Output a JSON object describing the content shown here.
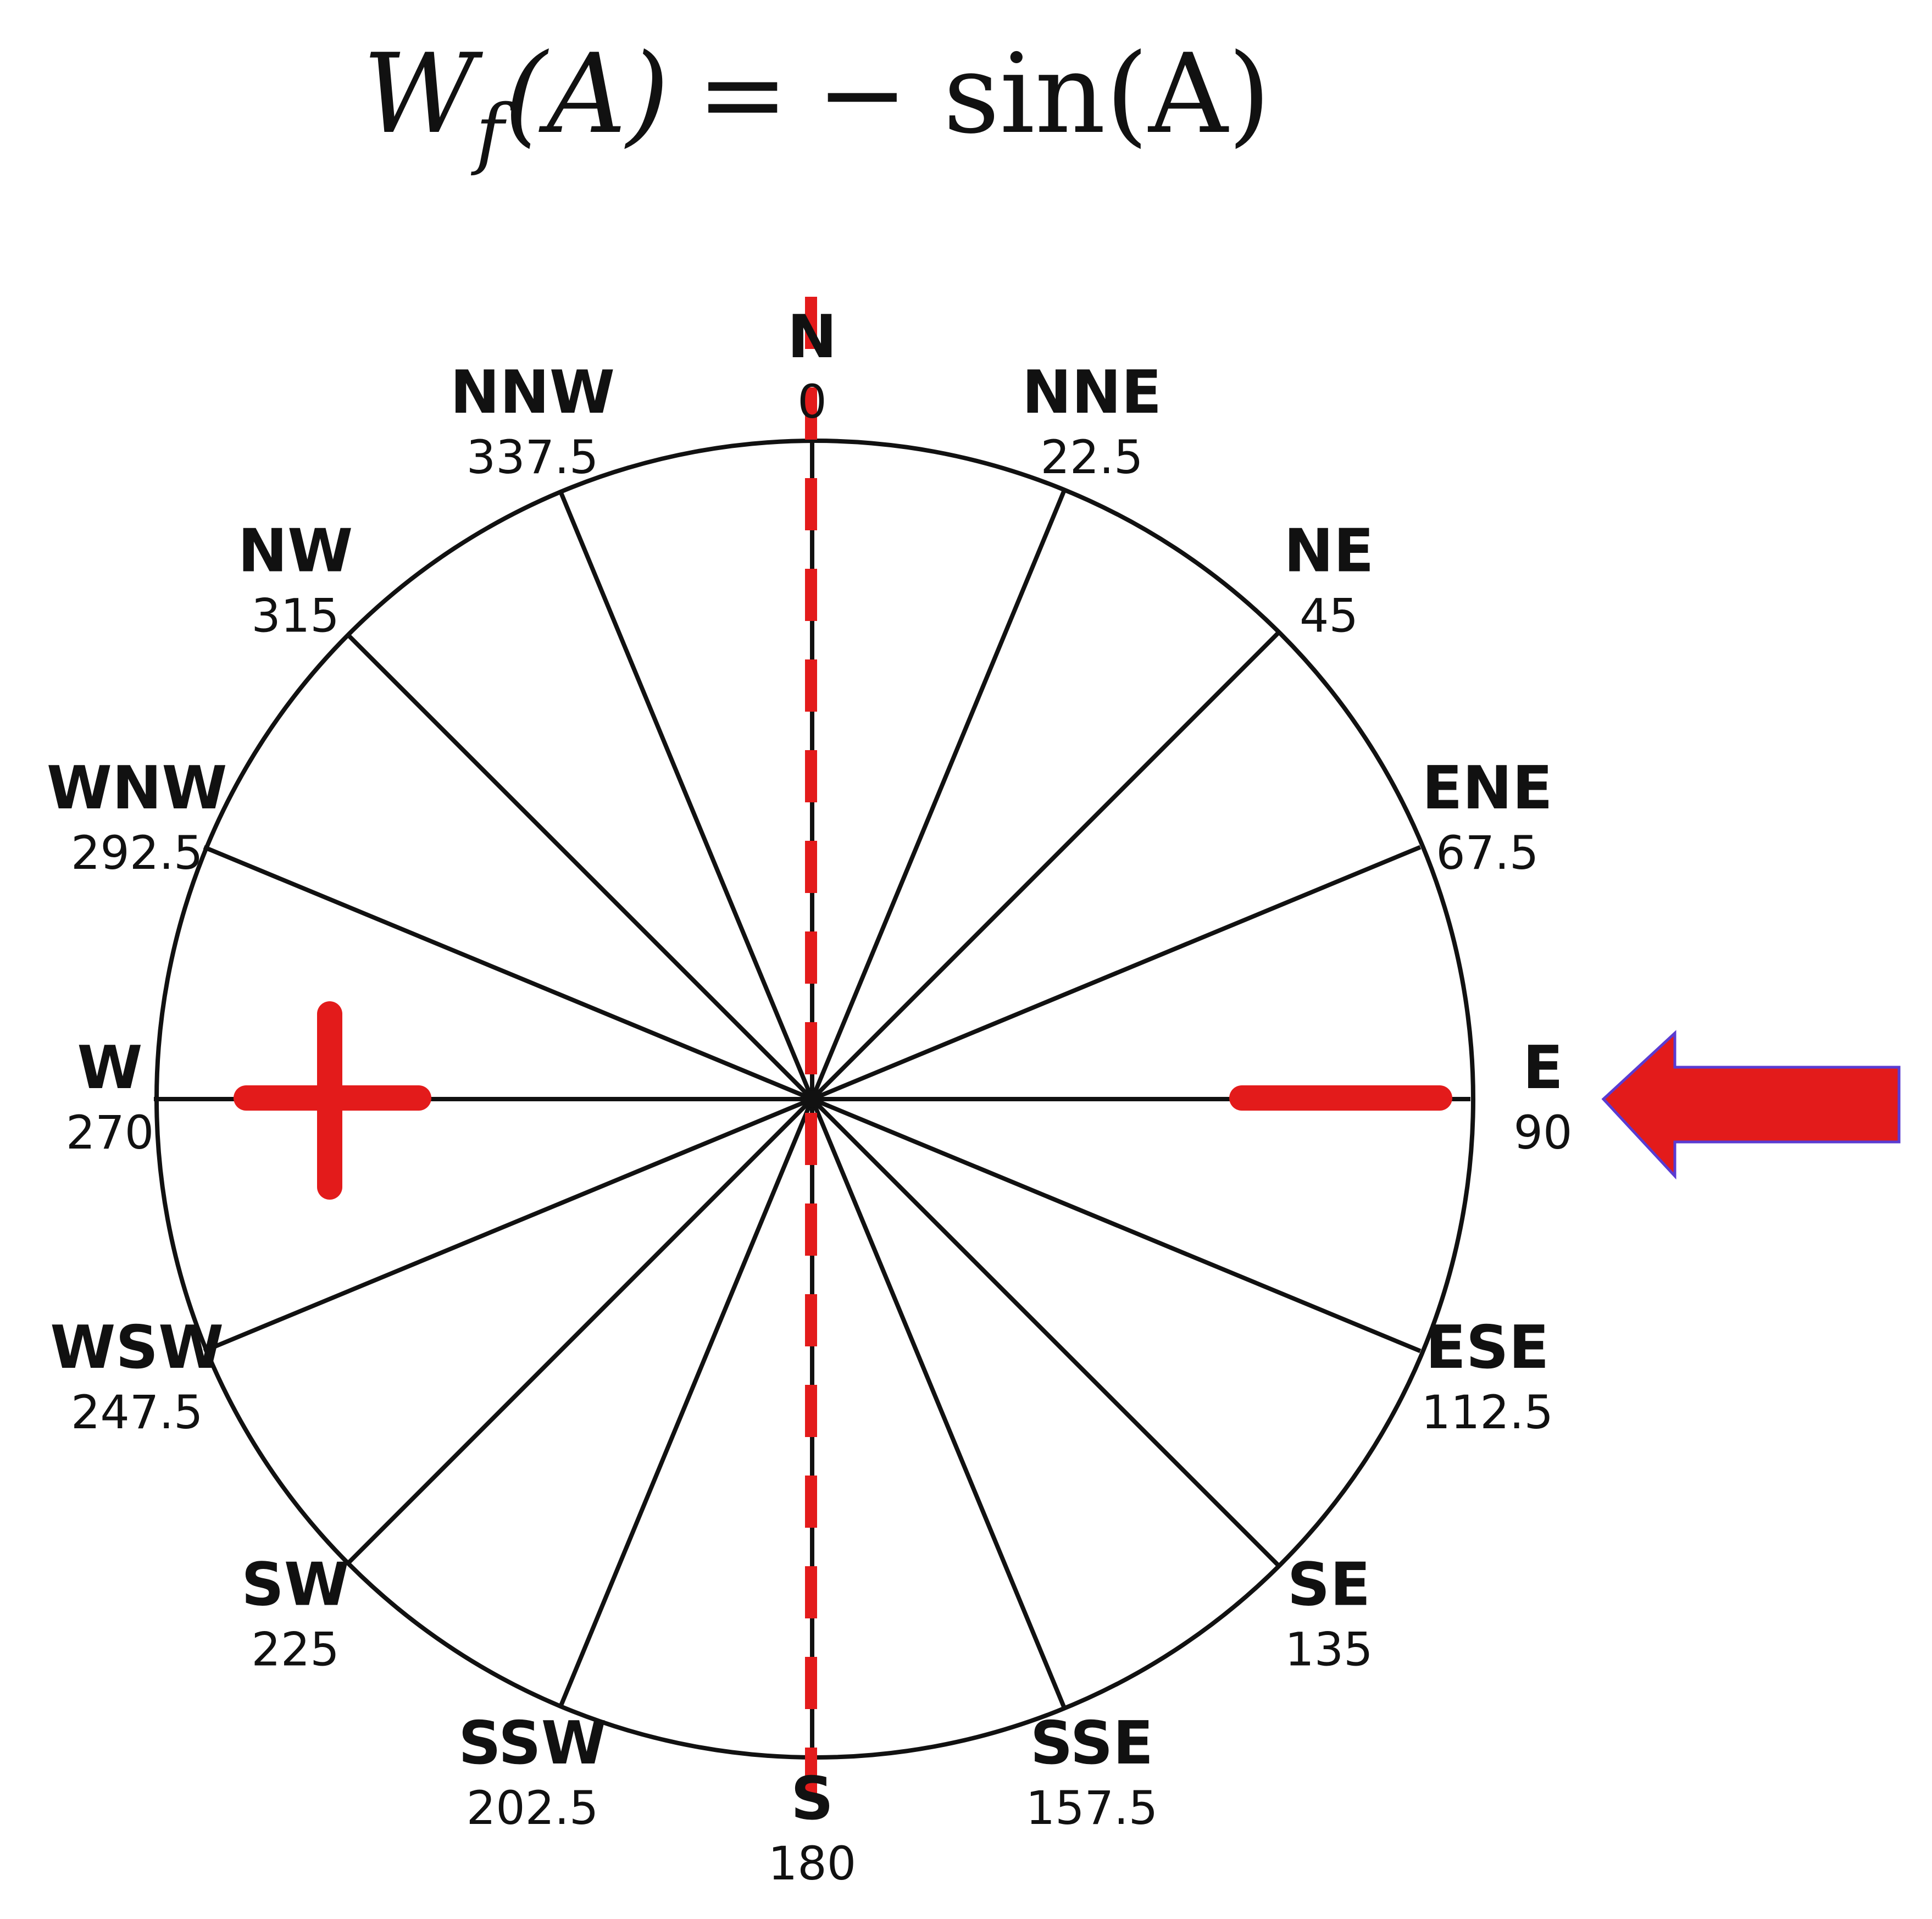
{
  "formula": {
    "lhs_symbol": "W",
    "lhs_subscript": "f",
    "lhs_arg": "(A)",
    "equals": "=",
    "rhs": "− sin(A)"
  },
  "compass": {
    "directions": [
      {
        "name": "N",
        "degrees": "0",
        "angle": 0
      },
      {
        "name": "NNE",
        "degrees": "22.5",
        "angle": 22.5
      },
      {
        "name": "NE",
        "degrees": "45",
        "angle": 45
      },
      {
        "name": "ENE",
        "degrees": "67.5",
        "angle": 67.5
      },
      {
        "name": "E",
        "degrees": "90",
        "angle": 90
      },
      {
        "name": "ESE",
        "degrees": "112.5",
        "angle": 112.5
      },
      {
        "name": "SE",
        "degrees": "135",
        "angle": 135
      },
      {
        "name": "SSE",
        "degrees": "157.5",
        "angle": 157.5
      },
      {
        "name": "S",
        "degrees": "180",
        "angle": 180
      },
      {
        "name": "SSW",
        "degrees": "202.5",
        "angle": 202.5
      },
      {
        "name": "SW",
        "degrees": "225",
        "angle": 225
      },
      {
        "name": "WSW",
        "degrees": "247.5",
        "angle": 247.5
      },
      {
        "name": "W",
        "degrees": "270",
        "angle": 270
      },
      {
        "name": "WNW",
        "degrees": "292.5",
        "angle": 292.5
      },
      {
        "name": "NW",
        "degrees": "315",
        "angle": 315
      },
      {
        "name": "NNW",
        "degrees": "337.5",
        "angle": 337.5
      }
    ]
  },
  "annotations": {
    "plus_symbol_side": "W",
    "minus_symbol_side": "E",
    "arrow_direction": "from E, pointing west",
    "dashed_axis": "N-S",
    "color": "#e31b1b"
  }
}
